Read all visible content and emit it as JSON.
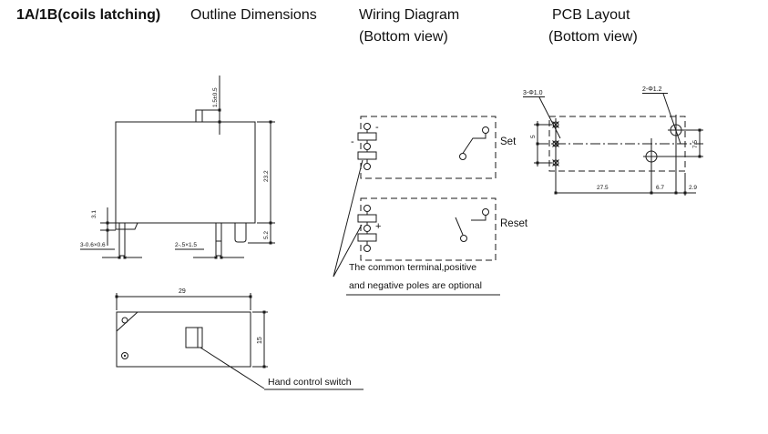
{
  "header": {
    "model": "1A/1B(coils latching)",
    "col_outline": "Outline Dimensions",
    "col_wiring": "Wiring Diagram",
    "col_wiring_sub": "(Bottom view)",
    "col_pcb": "PCB Layout",
    "col_pcb_sub": "(Bottom view)"
  },
  "outline": {
    "dim_button_height": "1.5±0.5",
    "dim_body_height": "23.2",
    "dim_standoff": "3.1",
    "dim_pin_length": "5.2",
    "pin_spec_coil": "3-0.6×0.6",
    "pin_spec_contact": "2-.5×1.5",
    "dim_width": "29",
    "dim_depth": "15",
    "hand_switch_label": "Hand control switch"
  },
  "wiring": {
    "set_label": "Set",
    "reset_label": "Reset",
    "polarity_minus_top": "-",
    "polarity_minus_common": "-",
    "polarity_plus": "+",
    "note_line1": "The common terminal,positive",
    "note_line2": "and negative poles are optional"
  },
  "pcb": {
    "hole_spec_coil": "3-Φ1.0",
    "hole_spec_contact": "2-Φ1.2",
    "dim_span": "27.5",
    "dim_contact_gap": "6.7",
    "dim_edge": "2.9",
    "dim_contact_pitch": "7.5",
    "dim_coil_pitch": "5"
  },
  "colors": {
    "line": "#1a1a1a",
    "background": "#ffffff"
  }
}
